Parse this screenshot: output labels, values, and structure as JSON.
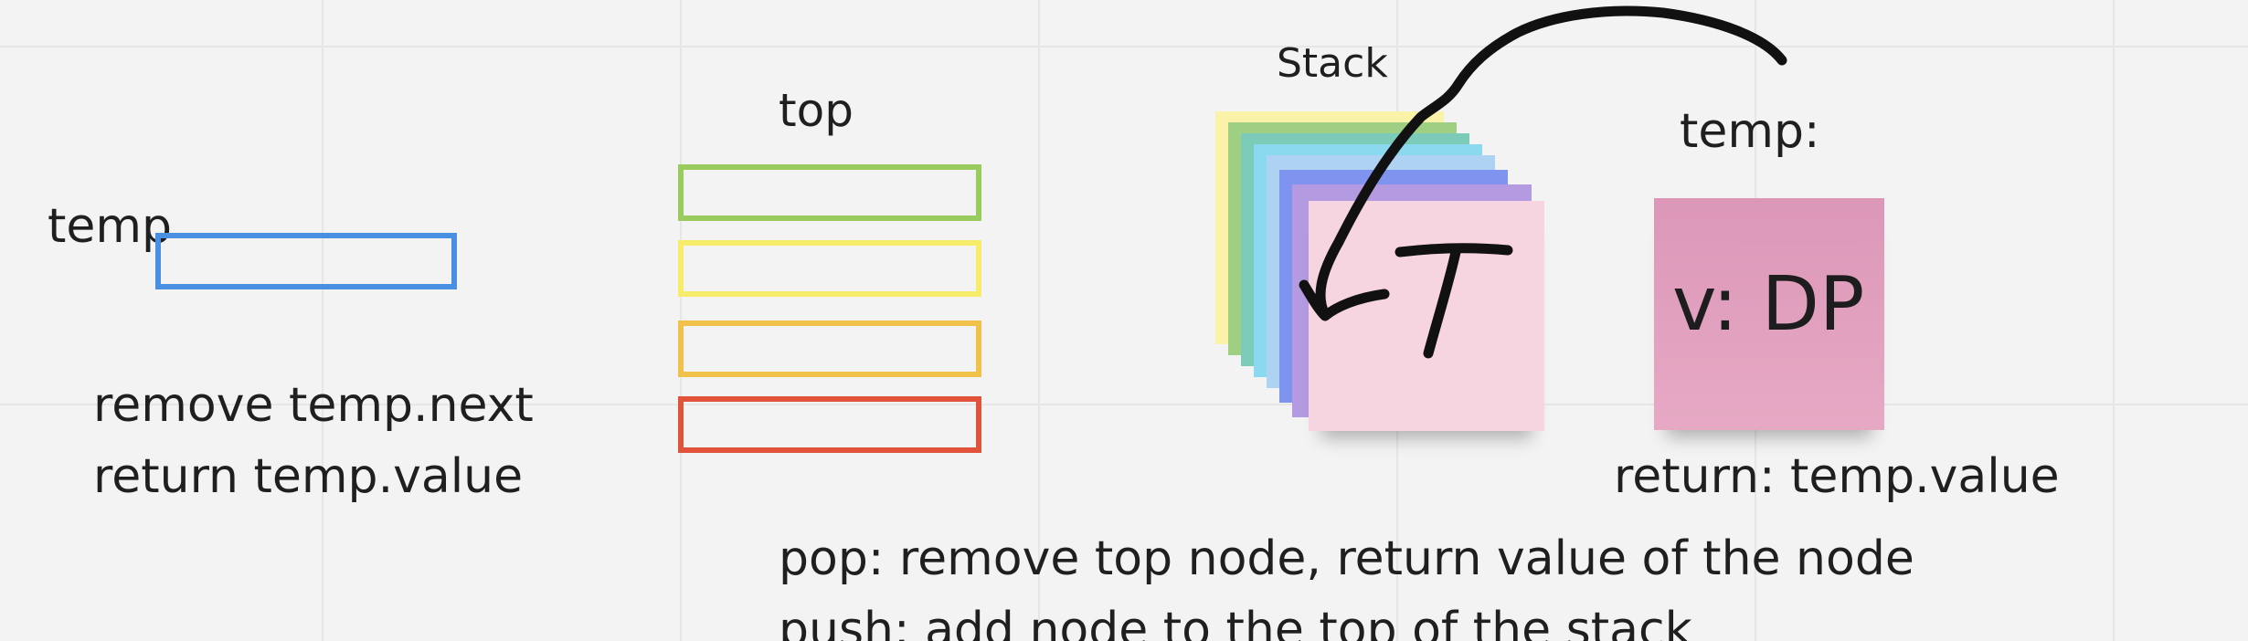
{
  "left": {
    "temp_label": "temp",
    "line1": "remove temp.next",
    "line2": "return temp.value"
  },
  "middle": {
    "top_label": "top"
  },
  "stack": {
    "label": "Stack",
    "top_note_text": "T"
  },
  "right": {
    "temp_label": "temp:",
    "note_text": "v: DP",
    "return_text": "return: temp.value"
  },
  "bottom": {
    "pop_text": "pop: remove top node, return value of the node",
    "push_text": "push: add node to the top of the stack"
  },
  "colors": {
    "blue_outline": "#4a90e2",
    "green_outline": "#9acb5f",
    "yellow_outline": "#f7ec6a",
    "orange_outline": "#f0c24a",
    "red_outline": "#e0533a",
    "pink_note": "#f6d4e0",
    "magenta_note": "#e3a1c0"
  }
}
